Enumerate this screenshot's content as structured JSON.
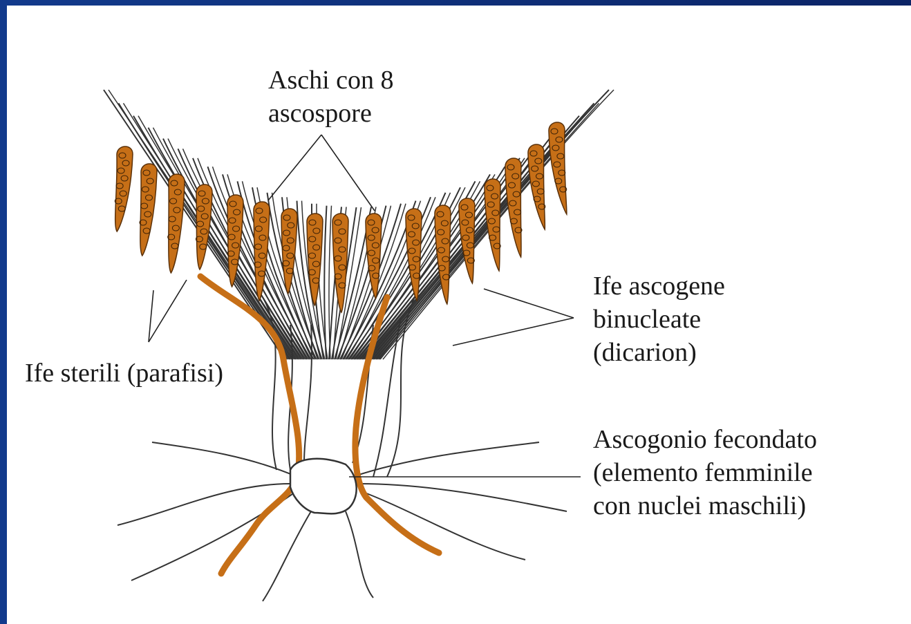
{
  "labels": {
    "asci": {
      "line1": "Aschi con 8",
      "line2": "ascospore"
    },
    "ife_sterili": {
      "line1": "Ife sterili (parafisi)"
    },
    "ife_ascogene": {
      "line1": "Ife ascogene",
      "line2": "binucleate",
      "line3": "(dicarion)"
    },
    "ascogonio": {
      "line1": "Ascogonio fecondato",
      "line2": "(elemento femminile",
      "line3": "con nuclei maschili)"
    }
  },
  "colors": {
    "ascus": "#c66f17",
    "hypha_outline": "#333333",
    "background_frame": "#0d2a6e",
    "panel": "#ffffff"
  }
}
